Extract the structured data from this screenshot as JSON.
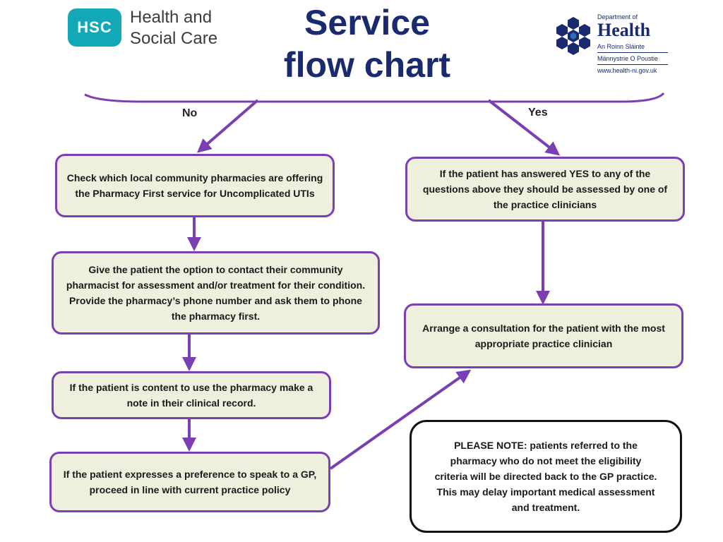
{
  "header": {
    "title_line1": "Service",
    "title_line2": "flow chart",
    "hsc_badge": "HSC",
    "hsc_line1": "Health and",
    "hsc_line2": "Social Care",
    "doh_dept": "Department of",
    "doh_health": "Health",
    "doh_irish": "An Roinn Sláinte",
    "doh_ulster": "Männystrie O Poustie",
    "doh_url": "www.health-ni.gov.uk"
  },
  "branches": {
    "no": "No",
    "yes": "Yes"
  },
  "boxes": {
    "left1": "Check which local community pharmacies are offering the Pharmacy First service for Uncomplicated UTIs",
    "left2": "Give the patient the option to contact their community pharmacist for assessment and/or treatment for their condition. Provide the pharmacy’s phone number and ask them to phone the pharmacy first.",
    "left3": "If the patient is content to use the pharmacy make a note in their clinical record.",
    "left4": "If the patient expresses a preference to speak to a GP, proceed in line with current practice policy",
    "right1": "If the patient has answered YES to any of the questions above they should be assessed by one of the practice clinicians",
    "right2": "Arrange a consultation for the patient with the most appropriate practice clinician",
    "note": "PLEASE NOTE: patients referred to the pharmacy who do not meet the eligibility criteria will be directed back to the GP practice. This may delay important medical assessment and treatment."
  },
  "colors": {
    "accent": "#7a3fb3",
    "box_fill": "#eef0dd",
    "title": "#1a2a6e",
    "hsc_teal": "#12a8b8"
  }
}
